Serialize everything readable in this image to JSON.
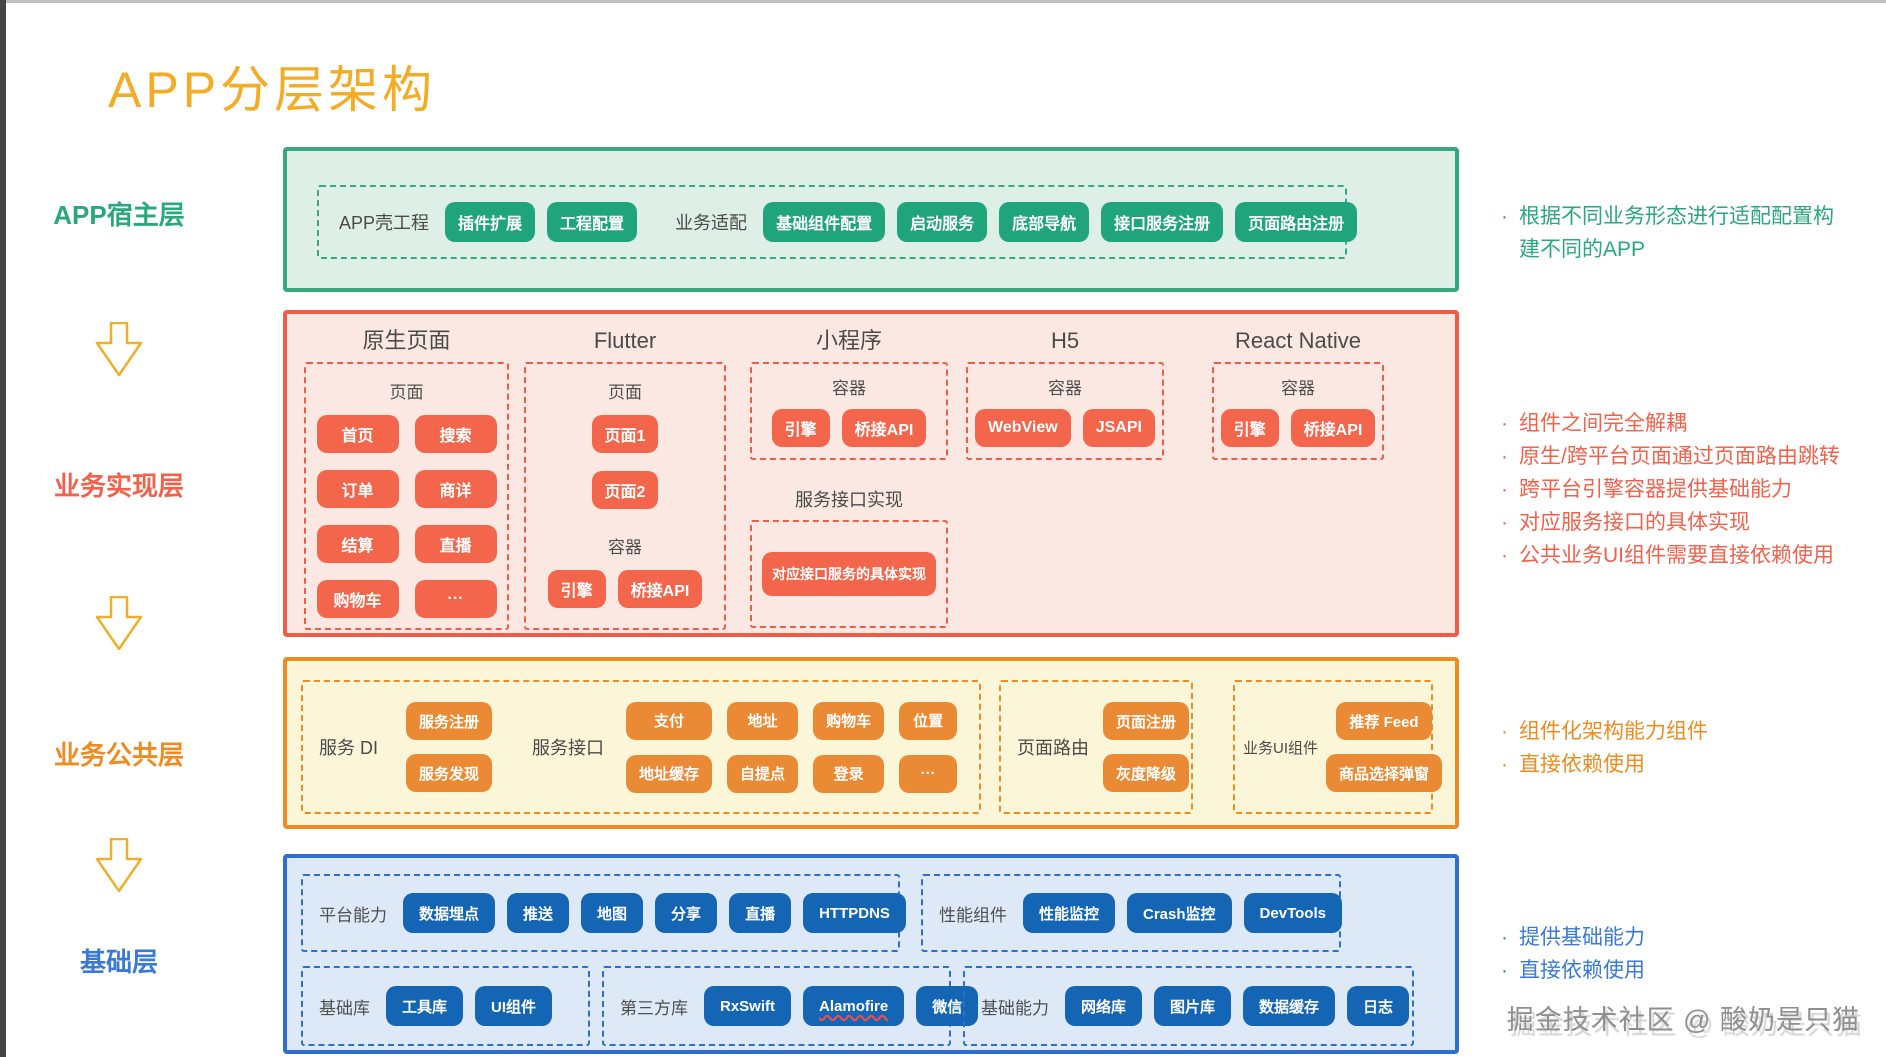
{
  "title": "APP分层架构",
  "rail": {
    "host": "APP宿主层",
    "impl": "业务实现层",
    "common": "业务公共层",
    "base": "基础层"
  },
  "host_layer": {
    "shell_label": "APP壳工程",
    "shell_chips": [
      "插件扩展",
      "工程配置"
    ],
    "adapt_label": "业务适配",
    "adapt_chips": [
      "基础组件配置",
      "启动服务",
      "底部导航",
      "接口服务注册",
      "页面路由注册"
    ]
  },
  "impl_layer": {
    "native": {
      "header": "原生页面",
      "pages_label": "页面",
      "page_chips": [
        "首页",
        "搜索",
        "订单",
        "商详",
        "结算",
        "直播",
        "购物车",
        "···"
      ]
    },
    "flutter": {
      "header": "Flutter",
      "pages_label": "页面",
      "page_chips": [
        "页面1",
        "页面2"
      ],
      "container_label": "容器",
      "container_chips": [
        "引擎",
        "桥接API"
      ]
    },
    "mini": {
      "header": "小程序",
      "container_label": "容器",
      "container_chips": [
        "引擎",
        "桥接API"
      ],
      "service_label": "服务接口实现",
      "service_chips": [
        "对应接口服务的具体实现"
      ]
    },
    "h5": {
      "header": "H5",
      "container_label": "容器",
      "container_chips": [
        "WebView",
        "JSAPI"
      ]
    },
    "rn": {
      "header": "React Native",
      "container_label": "容器",
      "container_chips": [
        "引擎",
        "桥接API"
      ]
    }
  },
  "common_layer": {
    "di_label": "服务 DI",
    "di_chips": [
      "服务注册",
      "服务发现"
    ],
    "api_label": "服务接口",
    "api_chips": [
      "支付",
      "地址",
      "购物车",
      "位置",
      "地址缓存",
      "自提点",
      "登录",
      "···"
    ],
    "router_label": "页面路由",
    "router_chips": [
      "页面注册",
      "灰度降级"
    ],
    "ui_label": "业务UI组件",
    "ui_chips": [
      "推荐 Feed",
      "商品选择弹窗"
    ]
  },
  "base_layer": {
    "platform_label": "平台能力",
    "platform_chips": [
      "数据埋点",
      "推送",
      "地图",
      "分享",
      "直播",
      "HTTPDNS"
    ],
    "perf_label": "性能组件",
    "perf_chips": [
      "性能监控",
      "Crash监控",
      "DevTools"
    ],
    "lib_label": "基础库",
    "lib_chips": [
      "工具库",
      "UI组件"
    ],
    "third_label": "第三方库",
    "third_chips": [
      "RxSwift",
      {
        "label": "Alamofire",
        "underline": true
      },
      "微信"
    ],
    "ability_label": "基础能力",
    "ability_chips": [
      "网络库",
      "图片库",
      "数据缓存",
      "日志"
    ]
  },
  "annotations": {
    "host": [
      "根据不同业务形态进行适配配置构建不同的APP"
    ],
    "impl": [
      "组件之间完全解耦",
      "原生/跨平台页面通过页面路由跳转",
      "跨平台引擎容器提供基础能力",
      "对应服务接口的具体实现",
      "公共业务UI组件需要直接依赖使用"
    ],
    "common": [
      "组件化架构能力组件",
      "直接依赖使用"
    ],
    "base": [
      "提供基础能力",
      "直接依赖使用"
    ]
  },
  "watermark": "掘金技术社区 @ 酸奶是只猫",
  "colors": {
    "title": "#f3ac25",
    "green": "#2aa87b",
    "red": "#f3604b",
    "orange": "#ee8b21",
    "blue": "#2d6ecf"
  }
}
